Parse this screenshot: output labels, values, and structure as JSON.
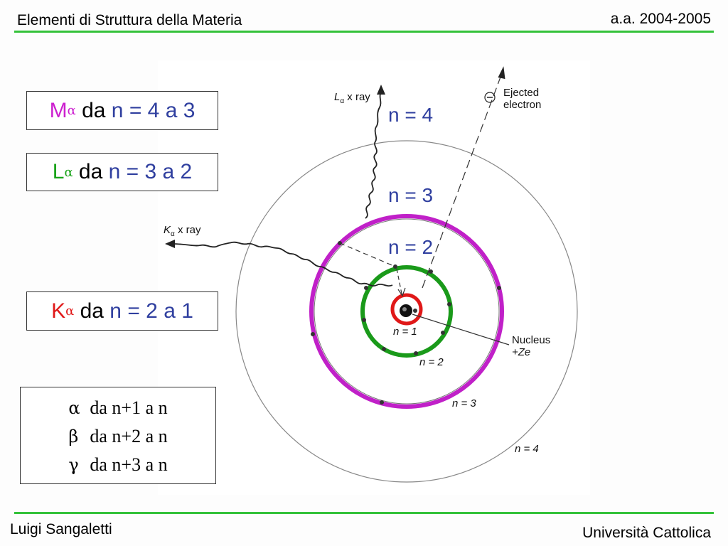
{
  "header": {
    "title": "Elementi di Struttura della Materia",
    "year": "a.a. 2004-2005"
  },
  "footer": {
    "author": "Luigi Sangaletti",
    "institution": "Università Cattolica"
  },
  "colors": {
    "rule": "#34c23a",
    "m_orbit": "#c020c8",
    "l_orbit": "#1a9a1a",
    "k_orbit": "#e01818",
    "blue_text": "#2f3f9f"
  },
  "boxes": [
    {
      "line": "M",
      "sub": "α",
      "da": " da ",
      "range": "n = 4 a 3",
      "color": "#cc1fcf"
    },
    {
      "line": "L",
      "sub": "α",
      "da": " da ",
      "range": "n = 3 a 2",
      "color": "#1aa31a"
    },
    {
      "line": "K",
      "sub": "α",
      "da": " da ",
      "range": "n = 2 a 1",
      "color": "#e01818"
    }
  ],
  "legend": [
    {
      "greek": "α",
      "text": "da n+1 a n"
    },
    {
      "greek": "β",
      "text": "da n+2 a n"
    },
    {
      "greek": "γ",
      "text": "da n+3 a n"
    }
  ],
  "shell_labels": [
    "n = 4",
    "n = 3",
    "n = 2"
  ],
  "figure": {
    "la_ray": "x ray",
    "ka_ray": "x ray",
    "ray_symbol_l": "L",
    "ray_symbol_k": "K",
    "ray_sub": "α",
    "ejected_1": "Ejected",
    "ejected_2": "electron",
    "nucleus_1": "Nucleus",
    "nucleus_2": "+Ze",
    "orbits": [
      "n = 1",
      "n = 2",
      "n = 3",
      "n = 4"
    ]
  }
}
